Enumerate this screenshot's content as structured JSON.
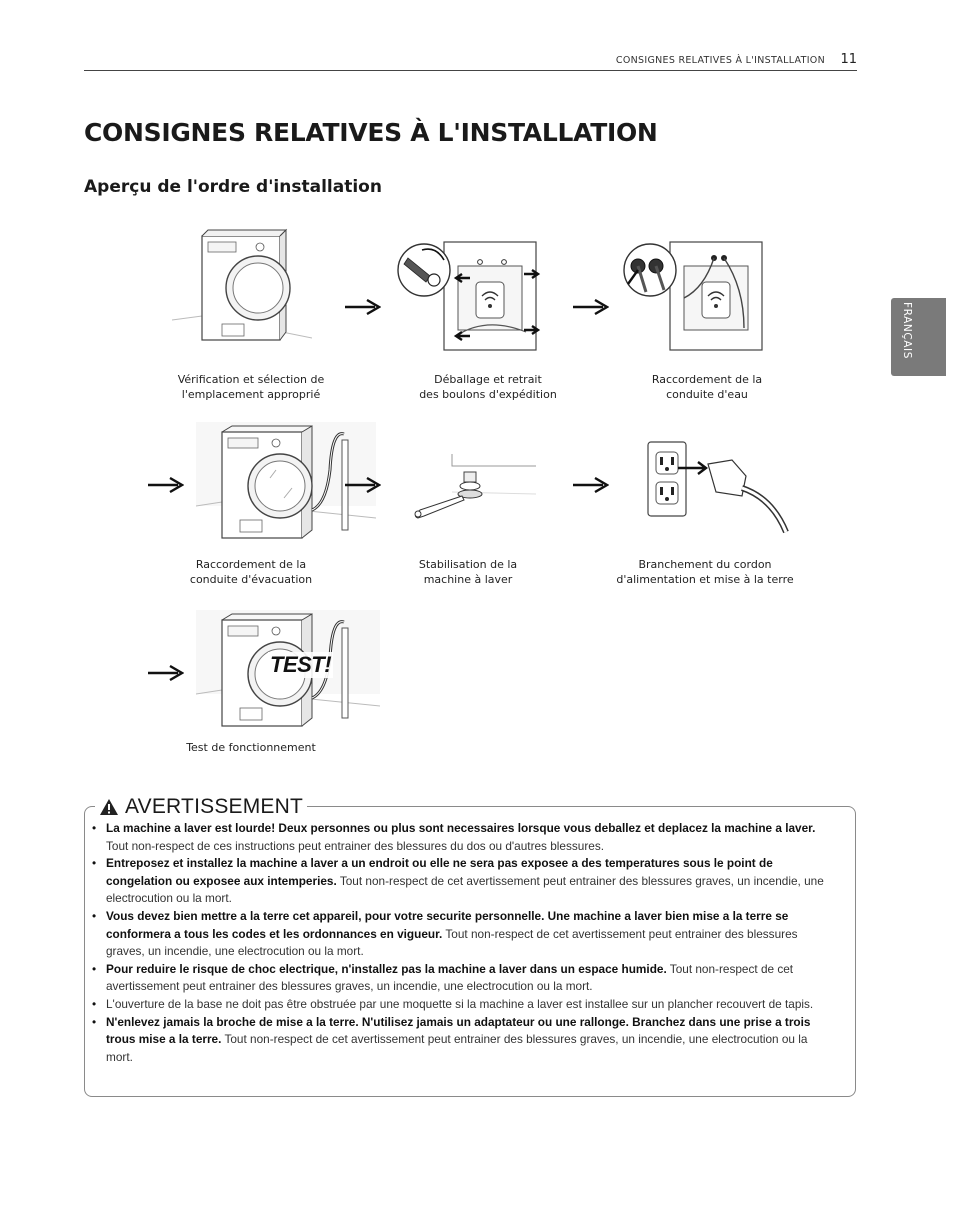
{
  "header": {
    "running_title": "CONSIGNES RELATIVES À L'INSTALLATION",
    "page_number": "11"
  },
  "page_title": "CONSIGNES RELATIVES À L'INSTALLATION",
  "section_title": "Aperçu de l'ordre d'installation",
  "side_tab": "FRANÇAIS",
  "steps": [
    {
      "line1": "Vérification et sélection de",
      "line2": "l'emplacement approprié"
    },
    {
      "line1": "Déballage et retrait",
      "line2": "des boulons d'expédition"
    },
    {
      "line1": "Raccordement de la",
      "line2": "conduite d'eau"
    },
    {
      "line1": "Raccordement de la",
      "line2": "conduite d'évacuation"
    },
    {
      "line1": "Stabilisation de la",
      "line2": "machine à laver"
    },
    {
      "line1": "Branchement du cordon",
      "line2": "d'alimentation et mise à la terre"
    },
    {
      "line1": "Test de fonctionnement",
      "line2": ""
    }
  ],
  "test_label": "TEST!",
  "warning": {
    "title": "AVERTISSEMENT",
    "items": [
      {
        "bold": "La machine a laver est lourde! Deux personnes ou plus sont necessaires lorsque vous deballez et deplacez la machine a laver.",
        "normal": " Tout non-respect de ces instructions peut entrainer des blessures du dos ou d'autres blessures."
      },
      {
        "bold": "Entreposez et installez la machine a laver a un endroit ou elle ne sera pas exposee a des temperatures sous le point de congelation ou exposee aux intemperies.",
        "normal": " Tout non-respect de cet avertissement peut entrainer des blessures graves, un incendie, une electrocution ou la mort."
      },
      {
        "bold": "Vous devez bien mettre a la terre cet appareil, pour votre securite personnelle. Une machine a laver bien mise a la terre se conformera a tous les codes et les ordonnances en vigueur.",
        "normal": " Tout non-respect de cet avertissement peut entrainer des blessures graves, un incendie, une electrocution ou la mort."
      },
      {
        "bold": "Pour reduire le risque de choc electrique, n'installez pas la machine a laver dans un espace humide.",
        "normal": " Tout non-respect de cet avertissement peut entrainer des blessures graves, un incendie, une electrocution ou la mort."
      },
      {
        "bold": "",
        "normal": "L'ouverture de la base ne doit pas être obstruée par une moquette si la machine a laver est installee sur un plancher recouvert de tapis."
      },
      {
        "bold": "N'enlevez jamais la broche de mise a la terre. N'utilisez jamais un adaptateur ou une rallonge. Branchez dans une prise a trois trous mise a la terre.",
        "normal": " Tout non-respect de cet avertissement peut entrainer des blessures graves, un incendie, une electrocution ou la mort."
      }
    ]
  }
}
